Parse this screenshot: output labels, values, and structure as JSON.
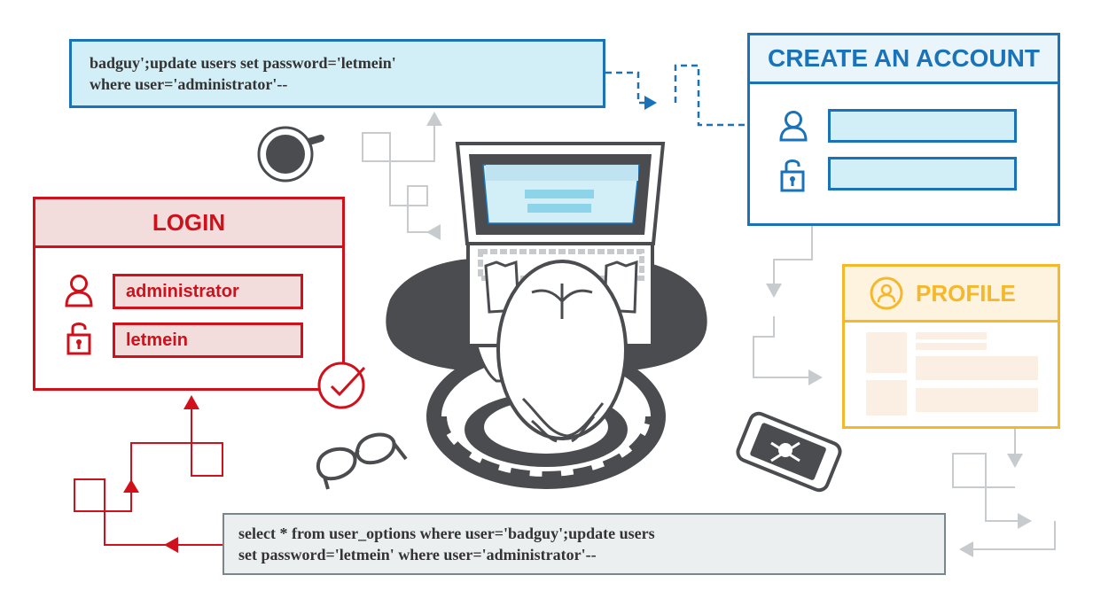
{
  "code_top": {
    "lines": [
      "badguy';update users set password='letmein'",
      "where user='administrator'--"
    ]
  },
  "create_account": {
    "title": "CREATE AN ACCOUNT",
    "icons": [
      "user-icon",
      "lock-icon"
    ]
  },
  "login": {
    "title": "LOGIN",
    "username": "administrator",
    "password": "letmein",
    "icons": [
      "user-icon",
      "lock-icon",
      "checkmark-circle-icon"
    ]
  },
  "profile": {
    "title": "PROFILE",
    "icons": [
      "user-circle-icon"
    ]
  },
  "code_bottom": {
    "lines": [
      "select * from user_options where user='badguy';update users",
      "set password='letmein' where user='administrator'--"
    ]
  },
  "scene_icons": [
    "laptop-icon",
    "hacker-person-icon",
    "coffee-cup-icon",
    "glasses-icon",
    "phone-skull-icon"
  ],
  "colors": {
    "blue": "#1a73b8",
    "red": "#d0101a",
    "yellow": "#f5b82b",
    "gray": "#4a4c4f",
    "light_gray": "#c8cbcd"
  }
}
